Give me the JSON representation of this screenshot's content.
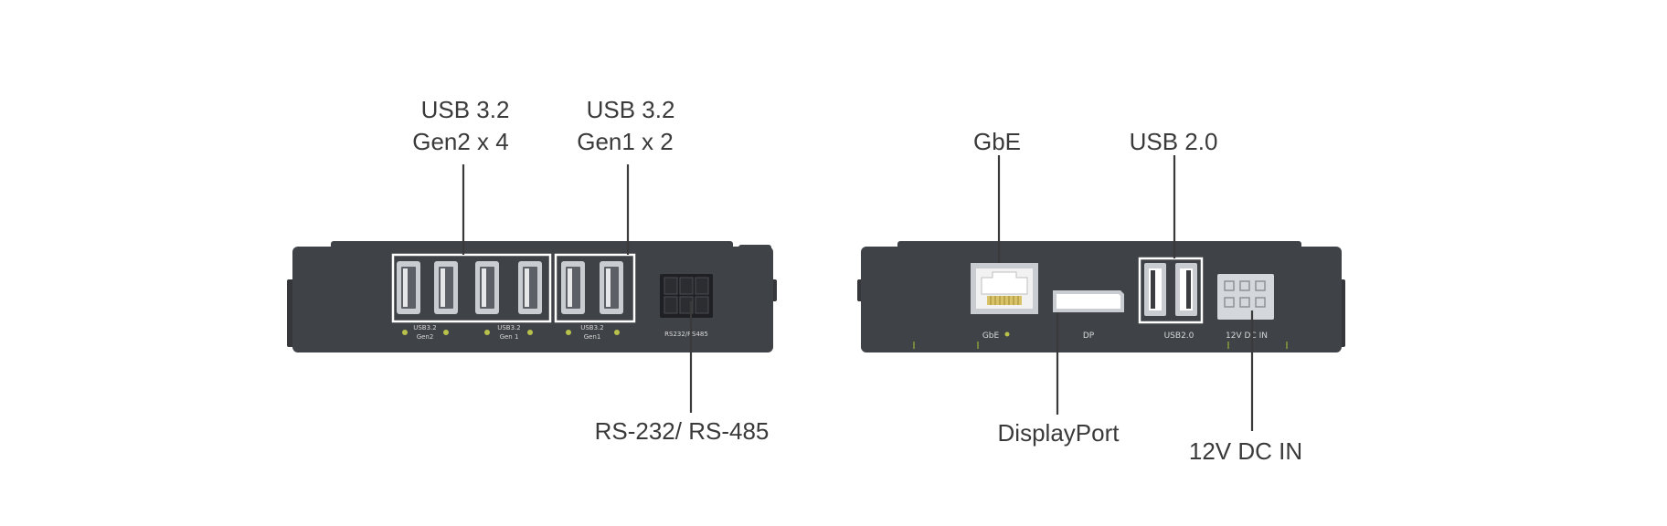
{
  "left_panel": {
    "callouts": {
      "usb32_gen2": {
        "line1": "USB 3.2",
        "line2": "Gen2 x 4"
      },
      "usb32_gen1": {
        "line1": "USB 3.2",
        "line2": "Gen1 x 2"
      },
      "serial": "RS-232/ RS-485"
    },
    "silkscreen": {
      "gen2_a": {
        "line1": "USB3.2",
        "line2": "Gen2"
      },
      "gen2_b": {
        "line1": "USB3.2",
        "line2": "Gen 1"
      },
      "gen1": {
        "line1": "USB3.2",
        "line2": "Gen1"
      },
      "serial": "RS232/RS485"
    }
  },
  "right_panel": {
    "callouts": {
      "gbe": "GbE",
      "usb20": "USB 2.0",
      "displayport": "DisplayPort",
      "dc_in": "12V DC IN"
    },
    "silkscreen": {
      "gbe": "GbE",
      "dp": "DP",
      "usb20": "USB2.0",
      "dc_in": "12V DC IN"
    }
  },
  "colors": {
    "chassis": "#3f4247",
    "callout_text": "#3a3a3a",
    "highlight_box": "#ffffff",
    "led": "#b8c24a"
  },
  "icons": [
    "usb-a-port-icon",
    "rj45-port-icon",
    "displayport-icon",
    "terminal-block-icon",
    "dc-power-connector-icon"
  ]
}
